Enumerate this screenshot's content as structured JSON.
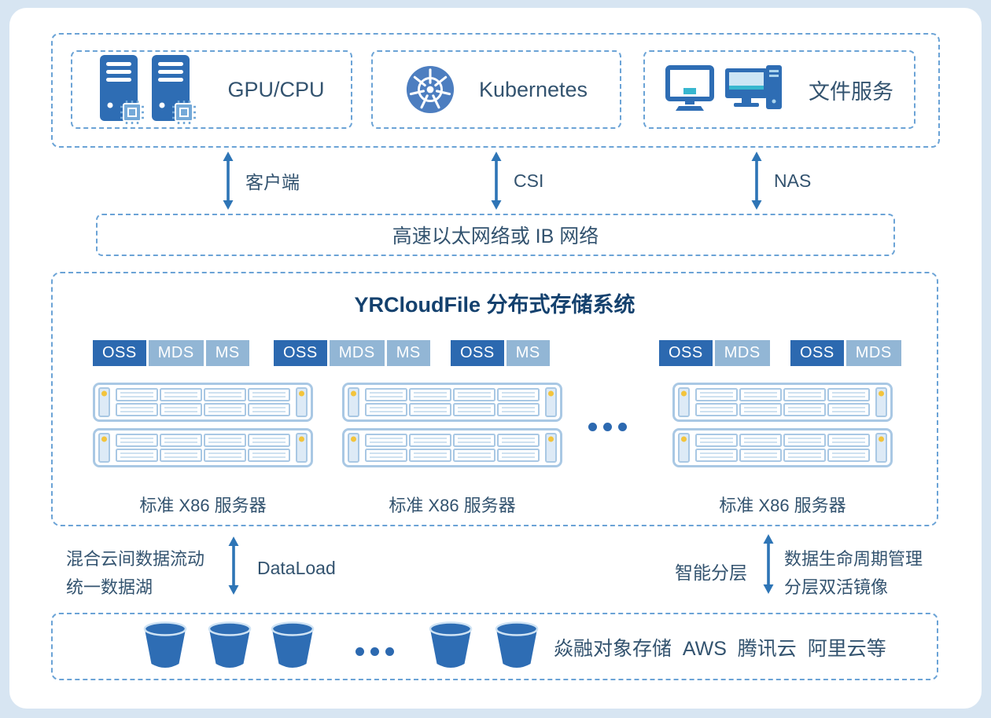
{
  "clients": {
    "boxes": [
      {
        "label": "GPU/CPU",
        "icon": "server-towers-icon"
      },
      {
        "label": "Kubernetes",
        "icon": "kubernetes-icon"
      },
      {
        "label": "文件服务",
        "icon": "file-service-computers-icon"
      }
    ]
  },
  "connectors": [
    {
      "label": "客户端"
    },
    {
      "label": "CSI"
    },
    {
      "label": "NAS"
    }
  ],
  "network_box": {
    "label": "高速以太网络或 IB 网络"
  },
  "storage_system": {
    "title": "YRCloudFile 分布式存储系统",
    "badge_groups": [
      [
        "OSS",
        "MDS",
        "MS"
      ],
      [
        "OSS",
        "MDS",
        "MS"
      ],
      [
        "OSS",
        "MS"
      ],
      [
        "OSS",
        "MDS"
      ],
      [
        "OSS",
        "MDS"
      ]
    ],
    "server_labels": [
      "标准 X86 服务器",
      "标准 X86 服务器",
      "标准 X86 服务器"
    ]
  },
  "data_flows": {
    "left": {
      "lines": [
        "混合云间数据流动",
        "统一数据湖"
      ],
      "arrow_label": "DataLoad"
    },
    "right": {
      "arrow_label": "智能分层",
      "lines": [
        "数据生命周期管理",
        "分层双活镜像"
      ]
    }
  },
  "object_storage": {
    "label": "焱融对象存储  AWS  腾讯云  阿里云等"
  },
  "colors": {
    "primary_blue": "#2c69b0",
    "arrow_blue": "#2e75b6",
    "badge_light": "#92b6d5",
    "dashed_border": "#6ba3d6",
    "text_navy": "#33536f",
    "title_navy": "#14416e",
    "rack_stroke": "#a9c8e4",
    "port_yellow": "#f3c43c",
    "page_background": "#d7e5f2",
    "panel_background": "#ffffff"
  }
}
